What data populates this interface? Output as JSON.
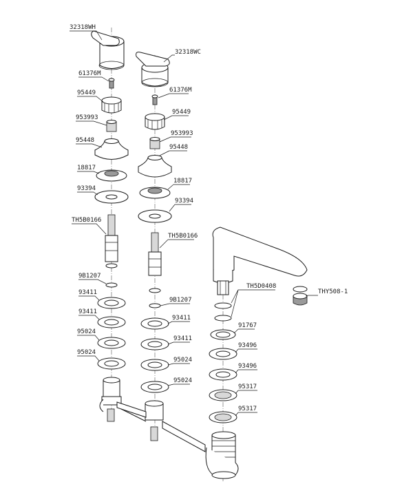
{
  "labels": {
    "handle_left": "32318WH",
    "handle_right": "32318WC",
    "screw_left": "61376M",
    "screw_right": "61376M",
    "adapter_left": "95449",
    "adapter_right": "95449",
    "nut_left": "953993",
    "nut_right": "953993",
    "cap_left": "95448",
    "cap_right": "95448",
    "ring_left": "18817",
    "ring_right": "18817",
    "washer_left": "93394",
    "washer_right": "93394",
    "cartridge_left": "TH5B0166",
    "cartridge_right": "TH5B0166",
    "oring_left": "9B1207",
    "oring_right": "9B1207",
    "gasket_l1": "93411",
    "gasket_l2": "93411",
    "gasket_r1": "93411",
    "gasket_r2": "93411",
    "spacer_l1": "95024",
    "spacer_l2": "95024",
    "spacer_r1": "95024",
    "spacer_r2": "95024",
    "spout": "TH5D0408",
    "aerator": "THY508-1",
    "spout_ring": "91767",
    "spout_washer_1": "93496",
    "spout_washer_2": "93496",
    "spout_nut_1": "95317",
    "spout_nut_2": "95317"
  }
}
